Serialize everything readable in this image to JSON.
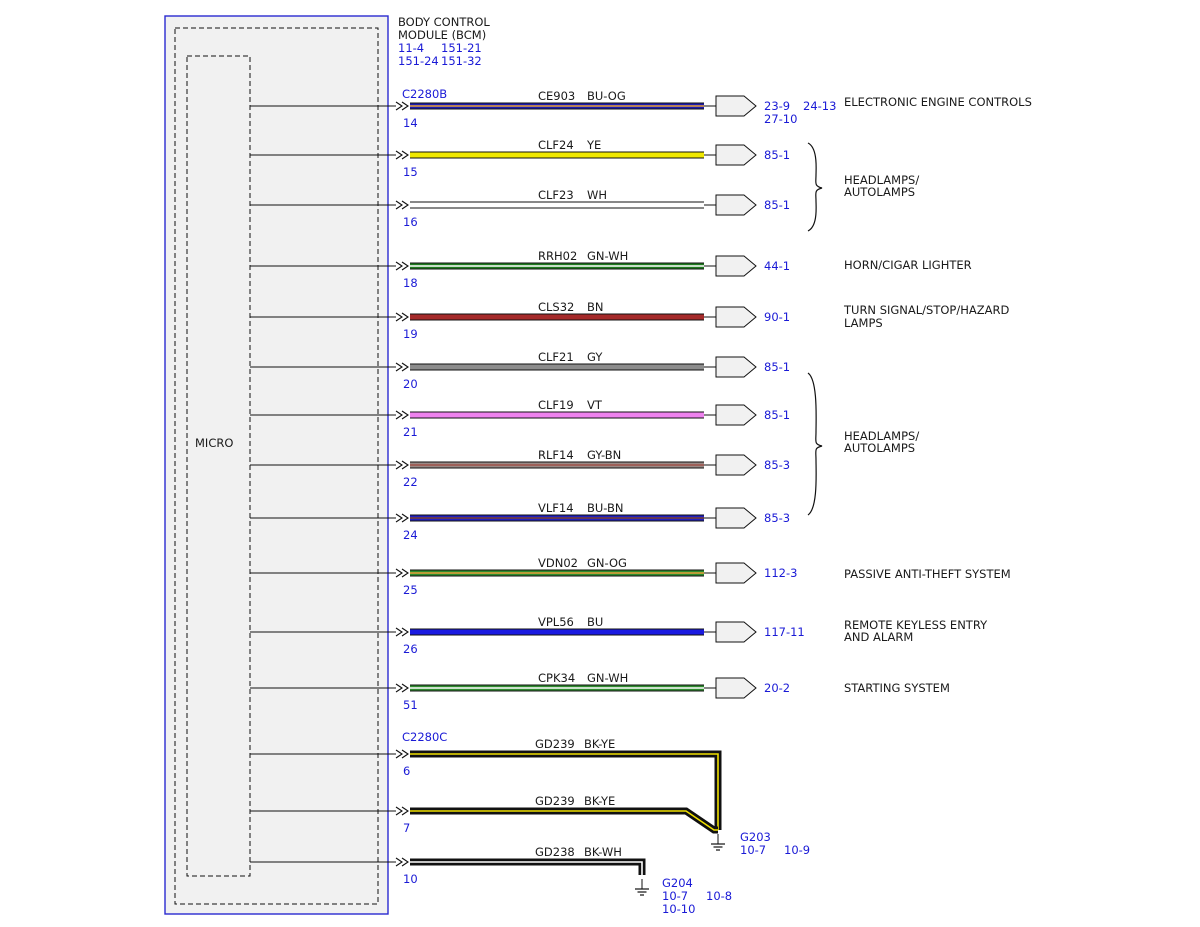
{
  "module": {
    "title_line1": "BODY CONTROL",
    "title_line2": "MODULE (BCM)",
    "refs_line1_a": "11-4",
    "refs_line1_b": "151-21",
    "refs_line2_a": "151-24",
    "refs_line2_b": "151-32",
    "micro_label": "MICRO"
  },
  "connectors": [
    {
      "id": "C2280B"
    },
    {
      "id": "C2280C"
    }
  ],
  "wires": [
    {
      "pin": "14",
      "circuit": "CE903",
      "color_code": "BU-OG",
      "base": "#1c1cb0",
      "stripe": "#e8a23a",
      "dest": "23-9",
      "dest2": "27-10",
      "dest_extra": "24-13"
    },
    {
      "pin": "15",
      "circuit": "CLF24",
      "color_code": "YE",
      "base": "#f0e800",
      "stripe": "#f0e800",
      "dest": "85-1"
    },
    {
      "pin": "16",
      "circuit": "CLF23",
      "color_code": "WH",
      "base": "#ffffff",
      "stripe": "#ffffff",
      "dest": "85-1"
    },
    {
      "pin": "18",
      "circuit": "RRH02",
      "color_code": "GN-WH",
      "base": "#1e7a1e",
      "stripe": "#ffffff",
      "dest": "44-1"
    },
    {
      "pin": "19",
      "circuit": "CLS32",
      "color_code": "BN",
      "base": "#a52a2a",
      "stripe": "#a52a2a",
      "dest": "90-1"
    },
    {
      "pin": "20",
      "circuit": "CLF21",
      "color_code": "GY",
      "base": "#8c8c8c",
      "stripe": "#8c8c8c",
      "dest": "85-1"
    },
    {
      "pin": "21",
      "circuit": "CLF19",
      "color_code": "VT",
      "base": "#ee82ee",
      "stripe": "#ee82ee",
      "dest": "85-1"
    },
    {
      "pin": "22",
      "circuit": "RLF14",
      "color_code": "GY-BN",
      "base": "#9a8a86",
      "stripe": "#a0524a",
      "dest": "85-3"
    },
    {
      "pin": "24",
      "circuit": "VLF14",
      "color_code": "BU-BN",
      "base": "#2020c0",
      "stripe": "#7a4030",
      "dest": "85-3"
    },
    {
      "pin": "25",
      "circuit": "VDN02",
      "color_code": "GN-OG",
      "base": "#2e8b2e",
      "stripe": "#e8a23a",
      "dest": "112-3"
    },
    {
      "pin": "26",
      "circuit": "VPL56",
      "color_code": "BU",
      "base": "#1a1ae0",
      "stripe": "#1a1ae0",
      "dest": "117-11"
    },
    {
      "pin": "51",
      "circuit": "CPK34",
      "color_code": "GN-WH",
      "base": "#2e8b2e",
      "stripe": "#ffffff",
      "dest": "20-2"
    }
  ],
  "systems": [
    {
      "line1": "ELECTRONIC ENGINE CONTROLS",
      "line2": ""
    },
    {
      "line1": "HEADLAMPS/",
      "line2": "AUTOLAMPS"
    },
    {
      "line1": "HORN/CIGAR LIGHTER",
      "line2": ""
    },
    {
      "line1": "TURN SIGNAL/STOP/HAZARD",
      "line2": "LAMPS"
    },
    {
      "line1": "HEADLAMPS/",
      "line2": "AUTOLAMPS"
    },
    {
      "line1": "PASSIVE ANTI-THEFT SYSTEM",
      "line2": ""
    },
    {
      "line1": "REMOTE KEYLESS ENTRY",
      "line2": "AND ALARM"
    },
    {
      "line1": "STARTING SYSTEM",
      "line2": ""
    }
  ],
  "ground_wires": [
    {
      "pin": "6",
      "circuit": "GD239",
      "color_code": "BK-YE",
      "base": "#111111",
      "stripe": "#f0e000"
    },
    {
      "pin": "7",
      "circuit": "GD239",
      "color_code": "BK-YE",
      "base": "#111111",
      "stripe": "#f0e000"
    },
    {
      "pin": "10",
      "circuit": "GD238",
      "color_code": "BK-WH",
      "base": "#111111",
      "stripe": "#ffffff"
    }
  ],
  "grounds": [
    {
      "id": "G203",
      "ref1": "10-7",
      "ref2": "10-9",
      "ref3": ""
    },
    {
      "id": "G204",
      "ref1": "10-7",
      "ref2": "10-8",
      "ref3": "10-10"
    }
  ]
}
